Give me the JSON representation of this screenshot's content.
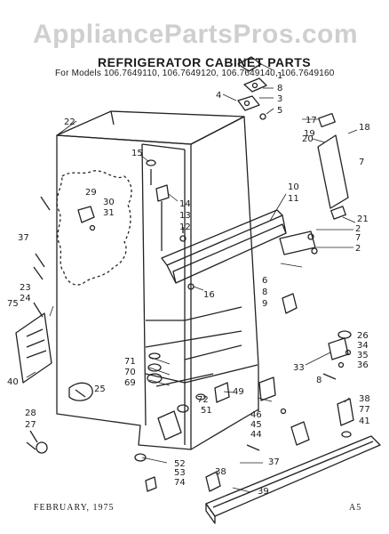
{
  "header": {
    "watermark": "AppliancePartsPros.com",
    "title": "REFRIGERATOR CABINET PARTS",
    "models": "For Models 106.7649110, 106.7649120, 106.7649140, 106.7649160"
  },
  "footer": {
    "date": "FEBRUARY, 1975",
    "code": "A5"
  },
  "callouts": [
    "1",
    "8",
    "3",
    "5",
    "4",
    "17",
    "19",
    "7",
    "20",
    "18",
    "21",
    "22",
    "15",
    "10",
    "11",
    "14",
    "13",
    "12",
    "29",
    "30",
    "31",
    "37",
    "23",
    "24",
    "75",
    "2",
    "7",
    "2",
    "6",
    "8",
    "9",
    "16",
    "26",
    "34",
    "35",
    "36",
    "33",
    "71",
    "70",
    "69",
    "25",
    "72",
    "51",
    "49",
    "46",
    "45",
    "44",
    "8",
    "38",
    "77",
    "41",
    "40",
    "28",
    "27",
    "52",
    "53",
    "74",
    "37",
    "39",
    "38"
  ]
}
